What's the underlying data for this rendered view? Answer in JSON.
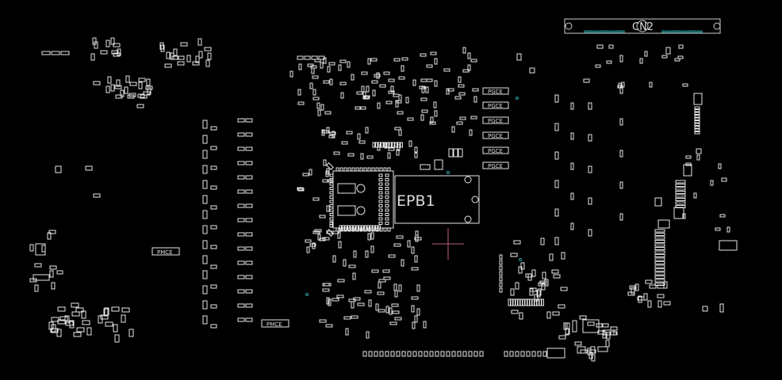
{
  "board": {
    "background": "#000000",
    "pad_color": "#e6e6e6",
    "pin_color": "#2ba6a6",
    "cursor_color": "#c06080"
  },
  "labels": {
    "epb1": "EPB1",
    "cn2": "CN2",
    "fiducial_a": "PMCE",
    "fiducial_b": "PMCE",
    "test_points": [
      "PGCE",
      "PGCE",
      "PGCE",
      "PGCE",
      "PGCE",
      "PGCE"
    ]
  }
}
